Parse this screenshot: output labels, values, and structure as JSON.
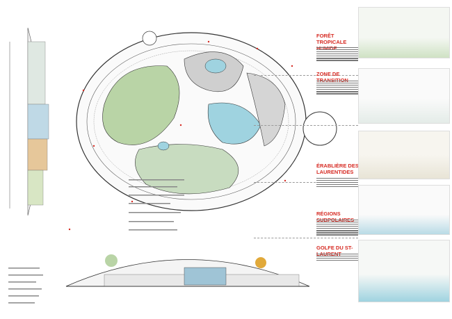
{
  "zones": [
    {
      "title": "Forêt tropicale humide",
      "panel_color": "#cfe2c4",
      "water": "#9fd3e0"
    },
    {
      "title": "Zone de transition",
      "panel_color": "#e4ece8",
      "water": "#bfe0ea"
    },
    {
      "title": "Érablière des Laurentides",
      "panel_color": "#e8e4d6",
      "water": "#4a9fb8"
    },
    {
      "title": "Régions subpolaires",
      "panel_color": "#eef1f3",
      "water": "#5aa8c0"
    },
    {
      "title": "Golfe du St-Laurent",
      "panel_color": "#e6efe9",
      "water": "#6fc0cf"
    }
  ],
  "colors": {
    "accent": "#d62a22",
    "vegetation": "#b9d4a6",
    "rock": "#cfcfcf",
    "water": "#9fd3e0"
  }
}
